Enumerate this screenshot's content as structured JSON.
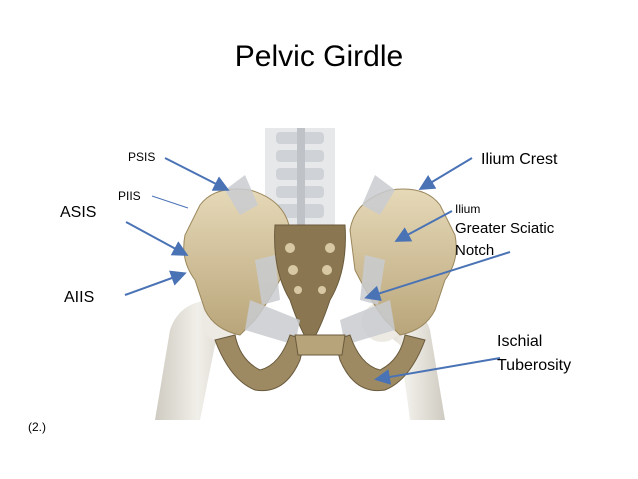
{
  "slide": {
    "title": "Pelvic Girdle",
    "citation": "(2.)"
  },
  "labels": {
    "psis": "PSIS",
    "piis": "PIIS",
    "asis": "ASIS",
    "aiis": "AIIS",
    "ilium_crest": "Ilium Crest",
    "ilium": "Ilium",
    "greater_sciatic_notch_line1": "Greater Sciatic",
    "greater_sciatic_notch_line2": "Notch",
    "ischial_tuberosity_line1": "Ischial",
    "ischial_tuberosity_line2": "Tuberosity"
  },
  "colors": {
    "arrow": "#4a73b5",
    "bone": "#d9c9a3",
    "bone_shadow": "#a8946a",
    "ligament": "#c9ccd1",
    "femur": "#e9e7e1"
  }
}
